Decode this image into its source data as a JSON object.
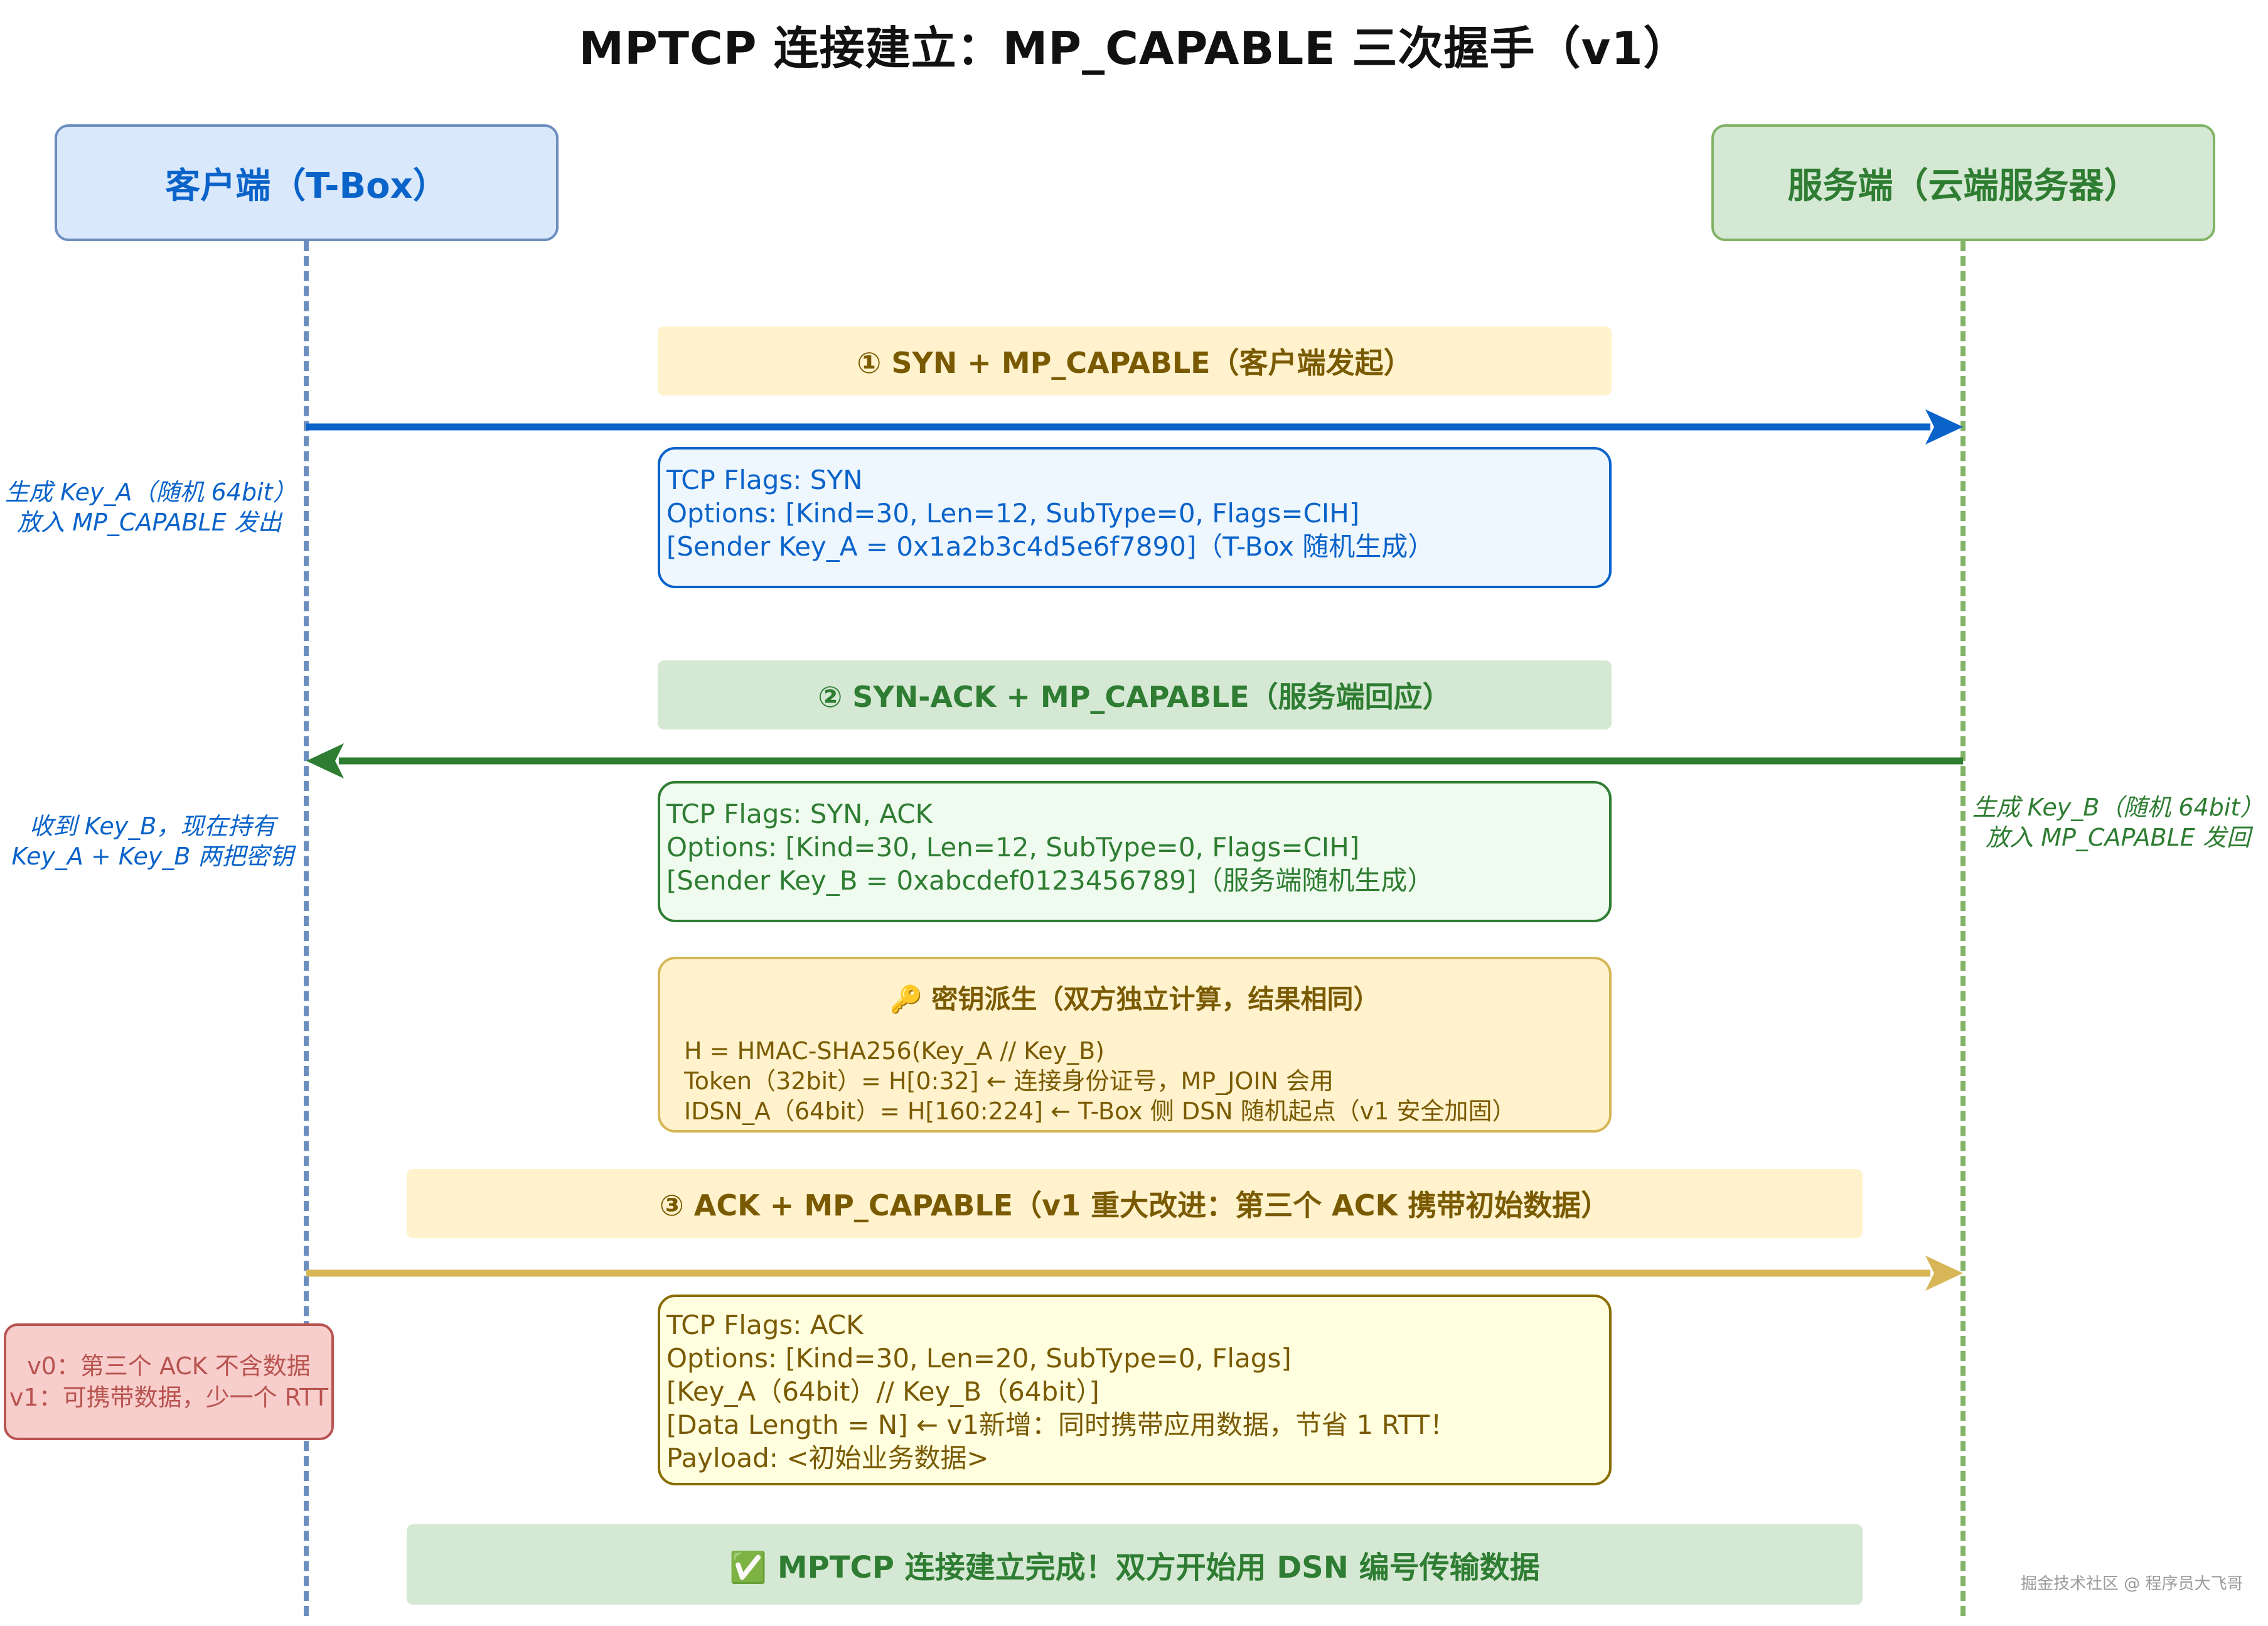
{
  "title": "MPTCP 连接建立：MP_CAPABLE 三次握手（v1）",
  "client": {
    "label": "客户端（T-Box）",
    "color": "#0a63c9",
    "fill": "#dae8fc",
    "stroke": "#6c8ebf"
  },
  "server": {
    "label": "服务端（云端服务器）",
    "color": "#2e7d32",
    "fill": "#d5e8d4",
    "stroke": "#82b366"
  },
  "step1": {
    "banner": "① SYN + MP_CAPABLE（客户端发起）",
    "arrow_color": "#0a63c9",
    "lines": [
      "TCP Flags: SYN",
      "Options: [Kind=30, Len=12, SubType=0, Flags=CIH]",
      "[Sender Key_A = 0x1a2b3c4d5e6f7890]（T-Box 随机生成）"
    ],
    "client_note": [
      "生成 Key_A（随机 64bit）",
      "放入 MP_CAPABLE 发出"
    ]
  },
  "step2": {
    "banner": "② SYN-ACK + MP_CAPABLE（服务端回应）",
    "arrow_color": "#2e7d32",
    "lines": [
      "TCP Flags: SYN, ACK",
      "Options: [Kind=30, Len=12, SubType=0, Flags=CIH]",
      "[Sender Key_B = 0xabcdef0123456789]（服务端随机生成）"
    ],
    "client_note": [
      "收到 Key_B，现在持有",
      "Key_A + Key_B 两把密钥"
    ],
    "server_note": [
      "生成 Key_B（随机 64bit）",
      "放入 MP_CAPABLE 发回"
    ]
  },
  "derivation": {
    "title": "🔑 密钥派生（双方独立计算，结果相同）",
    "lines": [
      "H = HMAC-SHA256(Key_A // Key_B)",
      "Token（32bit）= H[0:32] ← 连接身份证号，MP_JOIN 会用",
      "IDSN_A（64bit）= H[160:224] ← T-Box 侧 DSN 随机起点（v1 安全加固）"
    ]
  },
  "step3": {
    "banner": "③ ACK + MP_CAPABLE（v1 重大改进：第三个 ACK 携带初始数据）",
    "arrow_color": "#d6b656",
    "lines": [
      "TCP Flags: ACK",
      "Options: [Kind=30, Len=20, SubType=0, Flags]",
      "[Key_A（64bit）// Key_B（64bit）]",
      "[Data Length = N] ← v1新增：同时携带应用数据，节省 1 RTT！",
      "Payload: <初始业务数据>"
    ]
  },
  "version_note": [
    "v0：第三个 ACK 不含数据",
    "v1：可携带数据，少一个 RTT"
  ],
  "completion": "✅ MPTCP 连接建立完成！双方开始用 DSN 编号传输数据",
  "watermark": "掘金技术社区 @ 程序员大飞哥"
}
